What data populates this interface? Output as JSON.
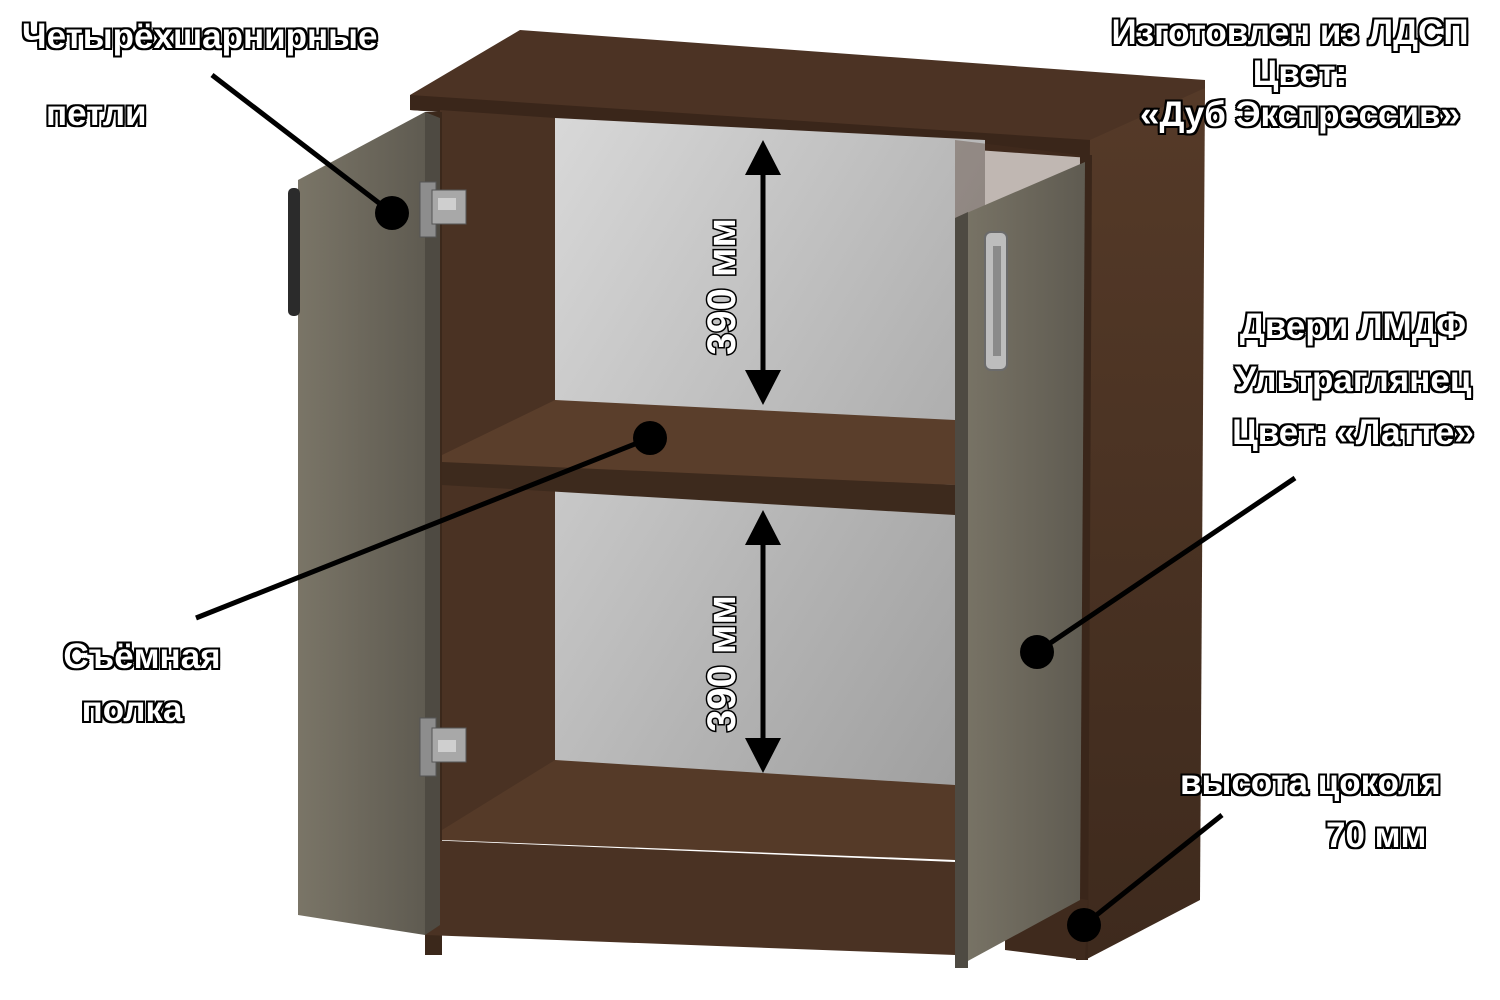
{
  "labels": {
    "hinges": [
      "Четырёхшарнирные",
      "петли"
    ],
    "material": [
      "Изготовлен из ЛДСП",
      "Цвет:",
      "«Дуб Экспрессив»"
    ],
    "doors": [
      "Двери ЛМДФ",
      "Ультраглянец",
      "Цвет:  «Латте»"
    ],
    "shelf": [
      "Съёмная",
      "полка"
    ],
    "plinth": [
      "высота цоколя",
      "70 мм"
    ]
  },
  "dimensions": {
    "upper": "390 мм",
    "lower": "390 мм"
  },
  "colors": {
    "oak": "#4a3223",
    "oak_dark": "#2f1f15",
    "oak_light": "#6b4a35",
    "door": "#6f6a5e",
    "door_edge": "#57534a",
    "back_panel": "#b9b9b9",
    "metal": "#9a9a9a"
  }
}
